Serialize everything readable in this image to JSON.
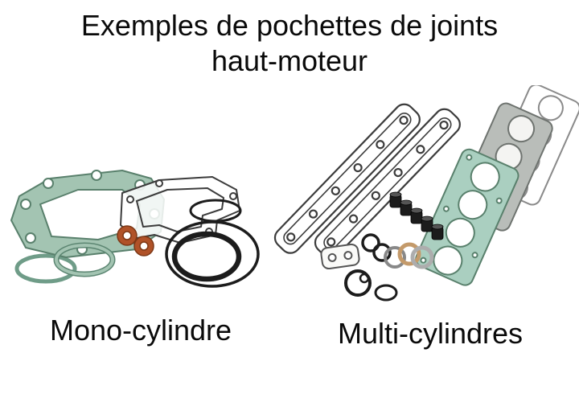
{
  "title": {
    "line1": "Exemples de pochettes de joints",
    "line2": "haut-moteur"
  },
  "figures": {
    "left_caption": "Mono-cylindre",
    "right_caption": "Multi-cylindres"
  },
  "colors": {
    "gasket_teal": "#a3c4b2",
    "gasket_teal_dark": "#59806c",
    "gasket_teal_light": "#aacfc0",
    "gasket_grey": "#b9bdb9",
    "gasket_grey_dark": "#6e736f",
    "orange_gasket": "#b05228",
    "orange_gasket_dark": "#7d3816",
    "copper_washer": "#c49a6a",
    "rubber_black": "#1c1c1c",
    "line_art": "#3c3c3c"
  }
}
